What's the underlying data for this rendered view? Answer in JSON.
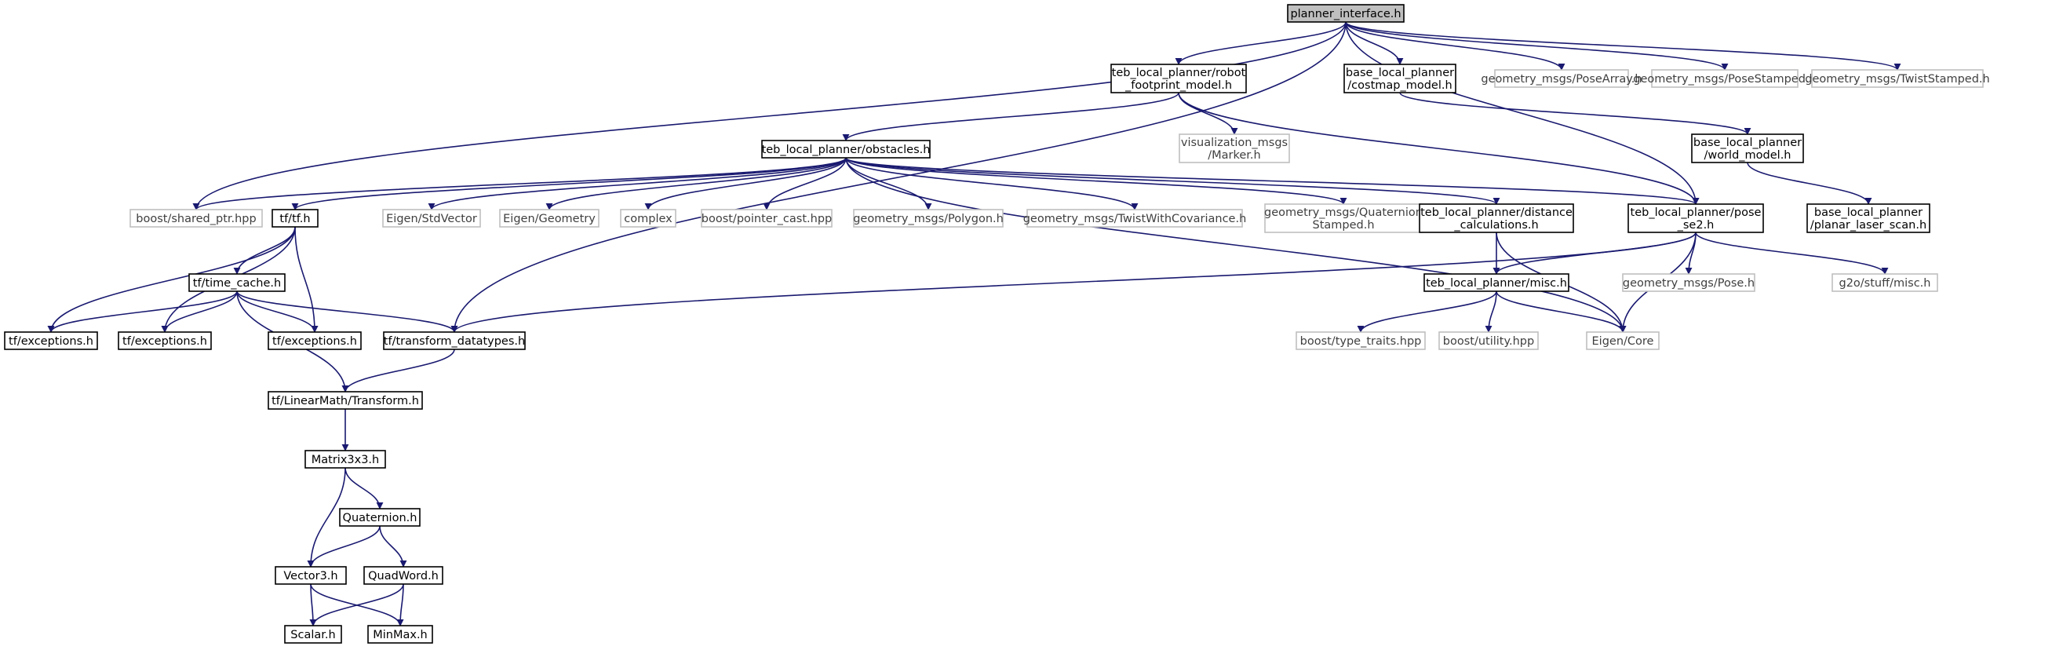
{
  "title": "",
  "colors": {
    "box_border": "#000000",
    "external_border": "#bfbfbf",
    "root_fill": "#bfbfbf",
    "node_fill": "#ffffff",
    "edge": "#191970",
    "text": "#000000",
    "external_text": "#3f3f3f"
  },
  "nodes": [
    {
      "id": "root",
      "lines": [
        "planner_interface.h"
      ],
      "kind": "root"
    },
    {
      "id": "robot_fp",
      "lines": [
        "teb_local_planner/robot",
        "_footprint_model.h"
      ],
      "kind": "local"
    },
    {
      "id": "costmap",
      "lines": [
        "base_local_planner",
        "/costmap_model.h"
      ],
      "kind": "local"
    },
    {
      "id": "posearray",
      "lines": [
        "geometry_msgs/PoseArray.h"
      ],
      "kind": "external"
    },
    {
      "id": "posestamped",
      "lines": [
        "geometry_msgs/PoseStamped.h"
      ],
      "kind": "external"
    },
    {
      "id": "twiststamped",
      "lines": [
        "geometry_msgs/TwistStamped.h"
      ],
      "kind": "external"
    },
    {
      "id": "obstacles",
      "lines": [
        "teb_local_planner/obstacles.h"
      ],
      "kind": "local"
    },
    {
      "id": "vis_marker",
      "lines": [
        "visualization_msgs",
        "/Marker.h"
      ],
      "kind": "external"
    },
    {
      "id": "world_model",
      "lines": [
        "base_local_planner",
        "/world_model.h"
      ],
      "kind": "local"
    },
    {
      "id": "shared_ptr",
      "lines": [
        "boost/shared_ptr.hpp"
      ],
      "kind": "external"
    },
    {
      "id": "tf_h",
      "lines": [
        "tf/tf.h"
      ],
      "kind": "local"
    },
    {
      "id": "stdvector",
      "lines": [
        "Eigen/StdVector"
      ],
      "kind": "external"
    },
    {
      "id": "geometry",
      "lines": [
        "Eigen/Geometry"
      ],
      "kind": "external"
    },
    {
      "id": "complex",
      "lines": [
        "complex"
      ],
      "kind": "external"
    },
    {
      "id": "pointer_cast",
      "lines": [
        "boost/pointer_cast.hpp"
      ],
      "kind": "external"
    },
    {
      "id": "polygon",
      "lines": [
        "geometry_msgs/Polygon.h"
      ],
      "kind": "external"
    },
    {
      "id": "twistcov",
      "lines": [
        "geometry_msgs/TwistWithCovariance.h"
      ],
      "kind": "external"
    },
    {
      "id": "quatstamped",
      "lines": [
        "geometry_msgs/Quaternion",
        "Stamped.h"
      ],
      "kind": "external"
    },
    {
      "id": "distcalc",
      "lines": [
        "teb_local_planner/distance",
        "_calculations.h"
      ],
      "kind": "local"
    },
    {
      "id": "pose_se2",
      "lines": [
        "teb_local_planner/pose",
        "_se2.h"
      ],
      "kind": "local"
    },
    {
      "id": "laser_scan",
      "lines": [
        "base_local_planner",
        "/planar_laser_scan.h"
      ],
      "kind": "local"
    },
    {
      "id": "time_cache",
      "lines": [
        "tf/time_cache.h"
      ],
      "kind": "local"
    },
    {
      "id": "misc",
      "lines": [
        "teb_local_planner/misc.h"
      ],
      "kind": "local"
    },
    {
      "id": "pose_h",
      "lines": [
        "geometry_msgs/Pose.h"
      ],
      "kind": "external"
    },
    {
      "id": "g2o_misc",
      "lines": [
        "g2o/stuff/misc.h"
      ],
      "kind": "external"
    },
    {
      "id": "exc1",
      "lines": [
        "tf/exceptions.h"
      ],
      "kind": "local"
    },
    {
      "id": "exc2",
      "lines": [
        "tf/exceptions.h"
      ],
      "kind": "local"
    },
    {
      "id": "exc3",
      "lines": [
        "tf/exceptions.h"
      ],
      "kind": "local"
    },
    {
      "id": "transform_dt",
      "lines": [
        "tf/transform_datatypes.h"
      ],
      "kind": "local"
    },
    {
      "id": "type_traits",
      "lines": [
        "boost/type_traits.hpp"
      ],
      "kind": "external"
    },
    {
      "id": "utility",
      "lines": [
        "boost/utility.hpp"
      ],
      "kind": "external"
    },
    {
      "id": "eigen_core",
      "lines": [
        "Eigen/Core"
      ],
      "kind": "external"
    },
    {
      "id": "lm_transform",
      "lines": [
        "tf/LinearMath/Transform.h"
      ],
      "kind": "local"
    },
    {
      "id": "matrix3x3",
      "lines": [
        "Matrix3x3.h"
      ],
      "kind": "local"
    },
    {
      "id": "quaternion",
      "lines": [
        "Quaternion.h"
      ],
      "kind": "local"
    },
    {
      "id": "vector3",
      "lines": [
        "Vector3.h"
      ],
      "kind": "local"
    },
    {
      "id": "quadword",
      "lines": [
        "QuadWord.h"
      ],
      "kind": "local"
    },
    {
      "id": "scalar",
      "lines": [
        "Scalar.h"
      ],
      "kind": "local"
    },
    {
      "id": "minmax",
      "lines": [
        "MinMax.h"
      ],
      "kind": "local"
    }
  ],
  "edges": [
    [
      "root",
      "robot_fp"
    ],
    [
      "root",
      "costmap"
    ],
    [
      "root",
      "posearray"
    ],
    [
      "root",
      "posestamped"
    ],
    [
      "root",
      "twiststamped"
    ],
    [
      "root",
      "shared_ptr"
    ],
    [
      "root",
      "transform_dt"
    ],
    [
      "root",
      "pose_se2"
    ],
    [
      "robot_fp",
      "obstacles"
    ],
    [
      "robot_fp",
      "vis_marker"
    ],
    [
      "robot_fp",
      "pose_se2"
    ],
    [
      "costmap",
      "world_model"
    ],
    [
      "world_model",
      "laser_scan"
    ],
    [
      "obstacles",
      "shared_ptr"
    ],
    [
      "obstacles",
      "tf_h"
    ],
    [
      "obstacles",
      "stdvector"
    ],
    [
      "obstacles",
      "geometry"
    ],
    [
      "obstacles",
      "complex"
    ],
    [
      "obstacles",
      "pointer_cast"
    ],
    [
      "obstacles",
      "polygon"
    ],
    [
      "obstacles",
      "twistcov"
    ],
    [
      "obstacles",
      "quatstamped"
    ],
    [
      "obstacles",
      "distcalc"
    ],
    [
      "obstacles",
      "pose_se2"
    ],
    [
      "obstacles",
      "eigen_core"
    ],
    [
      "tf_h",
      "time_cache"
    ],
    [
      "tf_h",
      "exc1"
    ],
    [
      "tf_h",
      "exc2"
    ],
    [
      "tf_h",
      "exc3"
    ],
    [
      "time_cache",
      "exc1"
    ],
    [
      "time_cache",
      "exc2"
    ],
    [
      "time_cache",
      "exc3"
    ],
    [
      "time_cache",
      "transform_dt"
    ],
    [
      "time_cache",
      "lm_transform"
    ],
    [
      "distcalc",
      "misc"
    ],
    [
      "distcalc",
      "eigen_core"
    ],
    [
      "pose_se2",
      "misc"
    ],
    [
      "pose_se2",
      "pose_h"
    ],
    [
      "pose_se2",
      "g2o_misc"
    ],
    [
      "pose_se2",
      "eigen_core"
    ],
    [
      "pose_se2",
      "transform_dt"
    ],
    [
      "misc",
      "type_traits"
    ],
    [
      "misc",
      "utility"
    ],
    [
      "misc",
      "eigen_core"
    ],
    [
      "transform_dt",
      "lm_transform"
    ],
    [
      "lm_transform",
      "matrix3x3"
    ],
    [
      "matrix3x3",
      "quaternion"
    ],
    [
      "matrix3x3",
      "vector3"
    ],
    [
      "quaternion",
      "vector3"
    ],
    [
      "quaternion",
      "quadword"
    ],
    [
      "vector3",
      "scalar"
    ],
    [
      "vector3",
      "minmax"
    ],
    [
      "quadword",
      "scalar"
    ],
    [
      "quadword",
      "minmax"
    ]
  ]
}
